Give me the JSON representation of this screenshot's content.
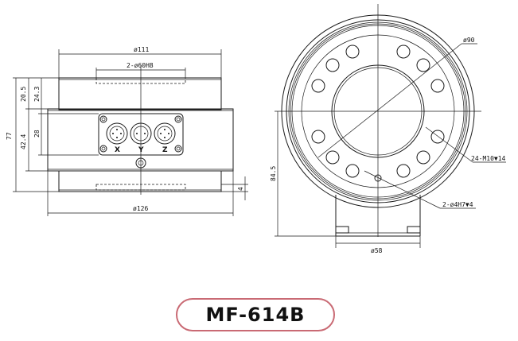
{
  "drawing": {
    "side_view": {
      "dimensions": {
        "top_diameter": "ø111",
        "bore": "2-ø60H8",
        "bottom_diameter": "ø126",
        "total_height": "77",
        "upper_height_a": "20.5",
        "upper_height_b": "24.3",
        "body_height": "42.4",
        "connector_height": "28",
        "bottom_offset": "4"
      },
      "connectors": [
        {
          "label": "X"
        },
        {
          "label": "Y"
        },
        {
          "label": "Z"
        }
      ]
    },
    "top_view": {
      "dimensions": {
        "bolt_circle": "ø90",
        "holes": "24-M10▼14",
        "pins": "2-ø4H7▼4",
        "height": "84.5",
        "base_width": "ø58"
      }
    }
  },
  "model": {
    "name": "MF-614B",
    "border_color": "#c96a74"
  }
}
